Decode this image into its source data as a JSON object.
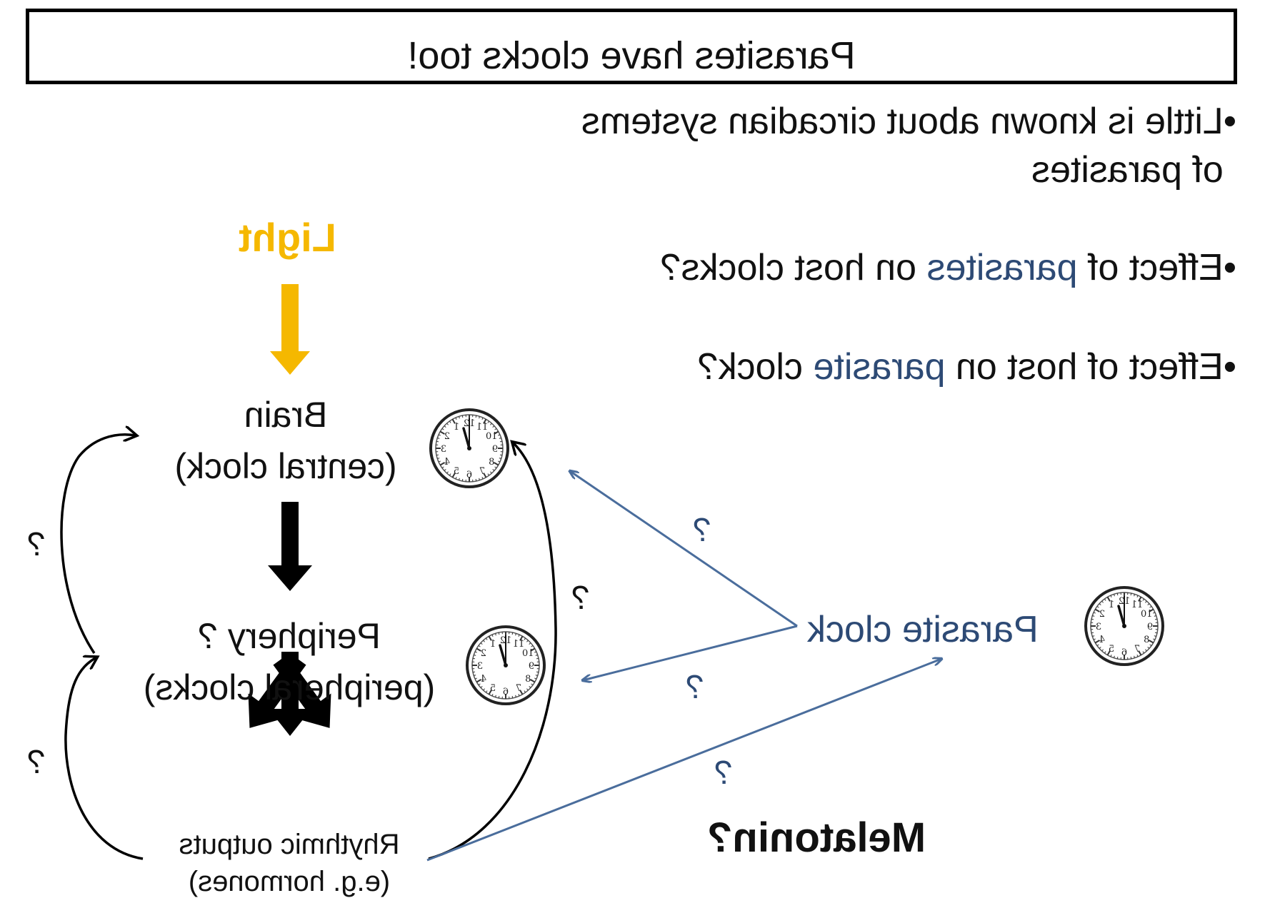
{
  "title": "Parasites have clocks too!",
  "bullets": [
    {
      "bullet": "•",
      "line1": "Little is known about circadian systems",
      "line2": "of parasites"
    },
    {
      "bullet": "•",
      "before": "Effect of ",
      "highlight": "parasites",
      "after": " on host clocks?"
    },
    {
      "bullet": "•",
      "before": "Effect of host on ",
      "highlight": "parasite",
      "after": " clock?"
    }
  ],
  "nodes": {
    "light": "Light",
    "brain_line1": "Brain",
    "brain_line2": "(central clock)",
    "periphery_line1": "Periphery ?",
    "periphery_line2": "(peripheral clocks)",
    "outputs_line1": "Rhythmic outputs",
    "outputs_line2": "(e.g. hormones)",
    "parasite_clock": "Parasite clock",
    "melatonin": "Melatonin?"
  },
  "question_mark": "?",
  "clock_face_numbers": [
    "12",
    "1",
    "2",
    "3",
    "4",
    "5",
    "6",
    "7",
    "8",
    "9",
    "10",
    "11"
  ],
  "colors": {
    "light": "#f5b800",
    "parasite_blue": "#2d4a75",
    "arrow_blue": "#4a6d9c",
    "black": "#000000"
  },
  "icons": [
    "clock-icon"
  ]
}
